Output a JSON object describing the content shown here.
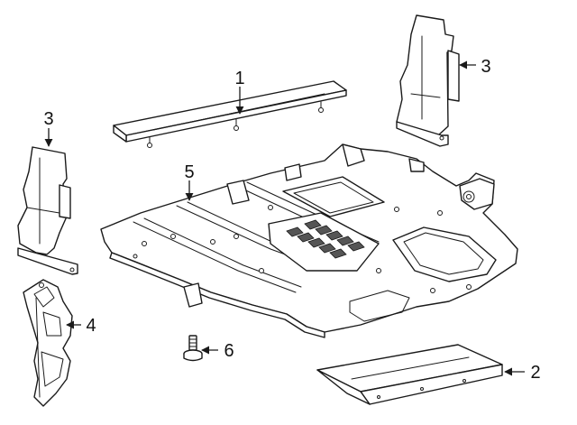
{
  "callouts": {
    "c1": "1",
    "c2": "2",
    "c3_right": "3",
    "c3_left": "3",
    "c4": "4",
    "c5": "5",
    "c6": "6"
  },
  "colors": {
    "line": "#1a1a1a",
    "fill": "#ffffff",
    "background": "#ffffff"
  }
}
